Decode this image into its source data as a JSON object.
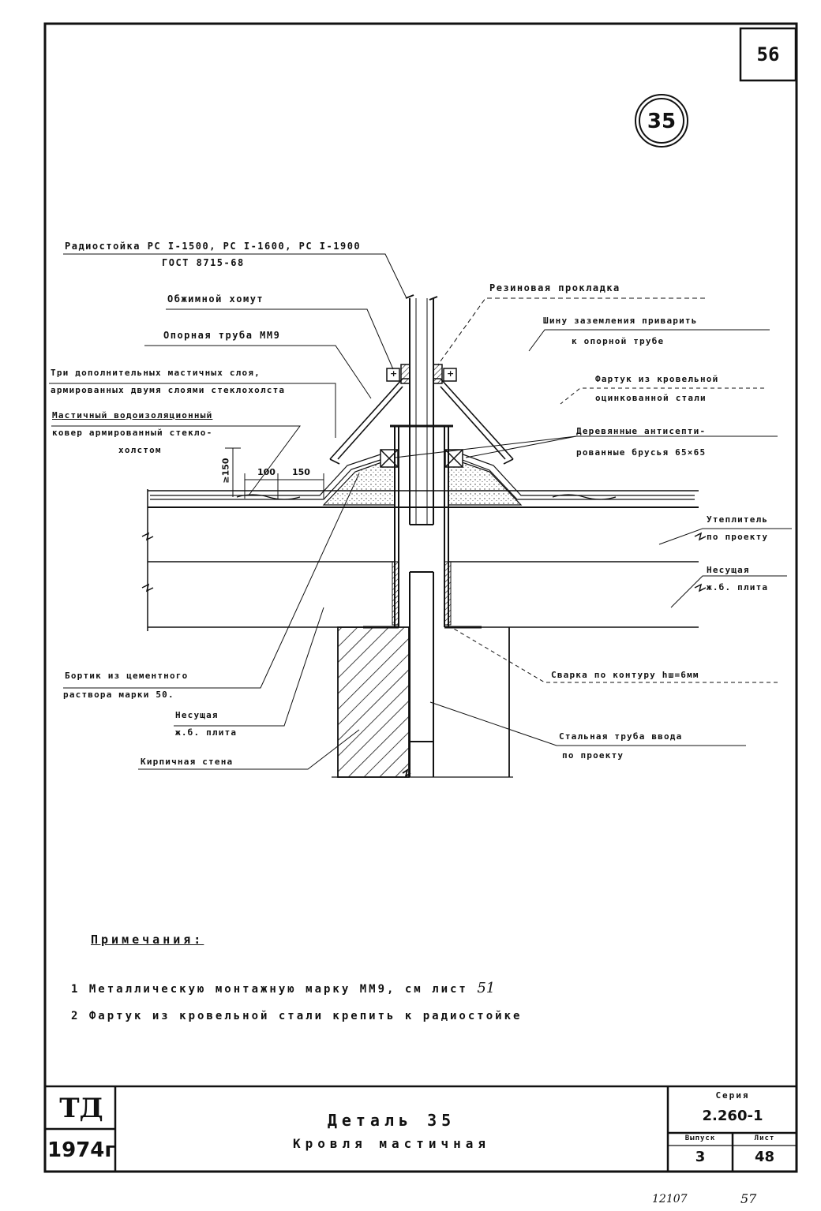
{
  "sheet_number": "56",
  "detail_number": "35",
  "labels": {
    "radio_mast_l1": "Радиостойка РС I-1500, РС I-1600, РС I-1900",
    "radio_mast_l2": "ГОСТ 8715-68",
    "clamp": "Обжимной хомут",
    "support_pipe": "Опорная труба ММ9",
    "extra_layers_l1": "Три дополнительных мастичных слоя,",
    "extra_layers_l2": "армированных двумя слоями стеклохолста",
    "carpet_l1": "Мастичный водоизоляционный",
    "carpet_l2": "ковер армированный стекло-",
    "carpet_l3": "холстом",
    "rubber_gasket": "Резиновая прокладка",
    "ground_bus_l1": "Шину заземления приварить",
    "ground_bus_l2": "к опорной трубе",
    "apron_l1": "Фартук из кровельной",
    "apron_l2": "оцинкованной стали",
    "bars_l1": "Деревянные антисепти-",
    "bars_l2": "рованные брусья 65×65",
    "insulation_l1": "Утеплитель",
    "insulation_l2": "по проекту",
    "bearing_slab_r_l1": "Несущая",
    "bearing_slab_r_l2": "ж.б. плита",
    "curb_l1": "Бортик из цементного",
    "curb_l2": "раствора марки 50.",
    "bearing_slab_l_l1": "Несущая",
    "bearing_slab_l_l2": "ж.б. плита",
    "brick_wall": "Кирпичная стена",
    "weld": "Сварка по контуру hш=6мм",
    "steel_pipe_l1": "Стальная труба ввода",
    "steel_pipe_l2": "по проекту"
  },
  "dimensions": {
    "d150v": "≥150",
    "d100": "100",
    "d150h": "150",
    "plus": "+"
  },
  "notes": {
    "heading": "Примечания:",
    "n1_text": "1 Металлическую монтажную марку ММ9, см лист",
    "n1_ref": "51",
    "n2_text": "2 Фартук из кровельной стали крепить к радиостойке"
  },
  "title_block": {
    "org": "ТД",
    "year": "1974г",
    "title": "Деталь 35",
    "subtitle": "Кровля мастичная",
    "series_label": "Серия",
    "series_value": "2.260-1",
    "issue_label": "Выпуск",
    "issue_value": "3",
    "sheet_label": "Лист",
    "sheet_value": "48"
  },
  "footer": {
    "code": "12107",
    "page": "57"
  }
}
